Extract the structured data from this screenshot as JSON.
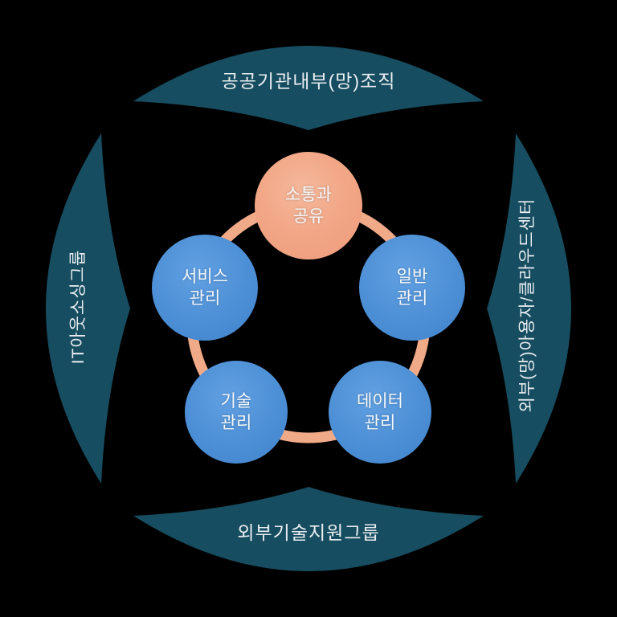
{
  "colors": {
    "background": "#000000",
    "segment_fill": "#174d60",
    "segment_text": "#e9eef2",
    "ring_stroke": "#f1aa88",
    "hub_fill": "#efa282",
    "node_fill": "#4e90d6",
    "circle_text": "#f4f7fa"
  },
  "segments": {
    "top": {
      "label": "공공기관내부(망)조직"
    },
    "right": {
      "label": "외부(망)아용자/클라우드센터"
    },
    "bottom": {
      "label": "외부기술지원그룹"
    },
    "left": {
      "label": "IT아웃소싱그룹"
    }
  },
  "center": {
    "hub": {
      "label": "소통과\n공유"
    },
    "nodes": {
      "service": {
        "label": "서비스\n관리"
      },
      "general": {
        "label": "일반\n관리"
      },
      "tech": {
        "label": "기술\n관리"
      },
      "data": {
        "label": "데이터\n관리"
      }
    }
  }
}
